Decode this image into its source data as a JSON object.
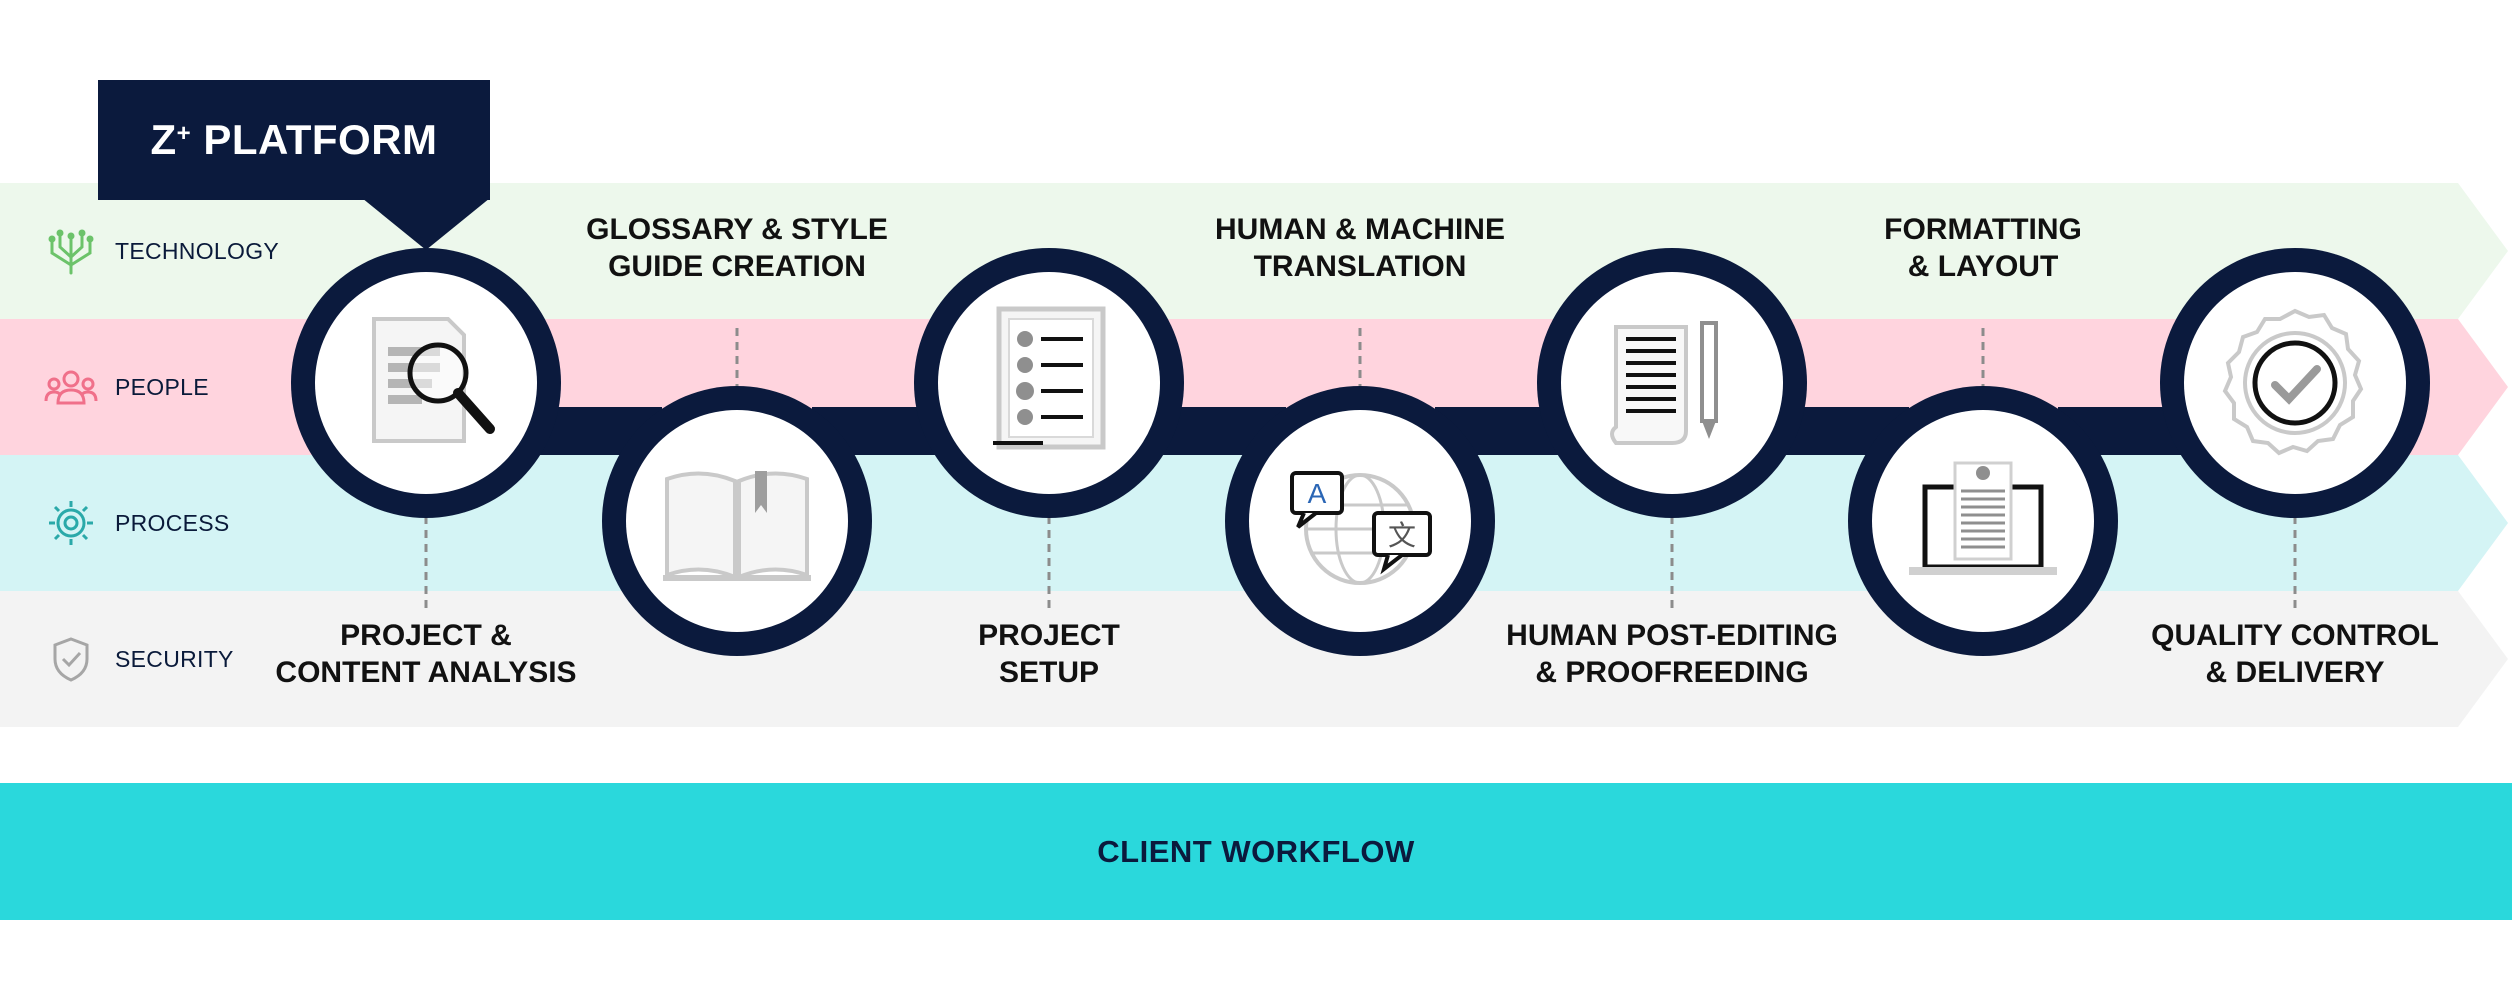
{
  "platform": {
    "name": "Z",
    "superscript": "+",
    "suffix": " PLATFORM"
  },
  "bands": [
    {
      "label": "TECHNOLOGY",
      "icon": "circuit-tree-icon",
      "color": "#edf8ec",
      "icon_color": "#6cc36a"
    },
    {
      "label": "PEOPLE",
      "icon": "people-group-icon",
      "color": "#ffd4de",
      "icon_color": "#f0708a"
    },
    {
      "label": "PROCESS",
      "icon": "process-gear-icon",
      "color": "#d4f4f5",
      "icon_color": "#2aa9a9"
    },
    {
      "label": "SECURITY",
      "icon": "shield-check-icon",
      "color": "#f3f3f3",
      "icon_color": "#a6a6a6"
    }
  ],
  "steps": [
    {
      "line1": "PROJECT &",
      "line2": "CONTENT ANALYSIS",
      "icon": "document-magnifier-icon"
    },
    {
      "line1": "GLOSSARY & STYLE",
      "line2": "GUIDE CREATION",
      "icon": "open-book-icon"
    },
    {
      "line1": "PROJECT",
      "line2": "SETUP",
      "icon": "checklist-clipboard-icon"
    },
    {
      "line1": "HUMAN & MACHINE",
      "line2": "TRANSLATION",
      "icon": "globe-translation-icon"
    },
    {
      "line1": "HUMAN POST-EDITING",
      "line2": "& PROOFREEDING",
      "icon": "document-pencil-icon"
    },
    {
      "line1": "FORMATTING",
      "line2": "& LAYOUT",
      "icon": "laptop-document-icon"
    },
    {
      "line1": "QUALITY CONTROL",
      "line2": "& DELIVERY",
      "icon": "quality-seal-check-icon"
    }
  ],
  "footer": {
    "label": "CLIENT WORKFLOW"
  },
  "colors": {
    "navy": "#0b1a3d",
    "teal": "#2ad8dc",
    "connector": "#8c8c8c",
    "icon_gray": "#c9c9c9"
  }
}
